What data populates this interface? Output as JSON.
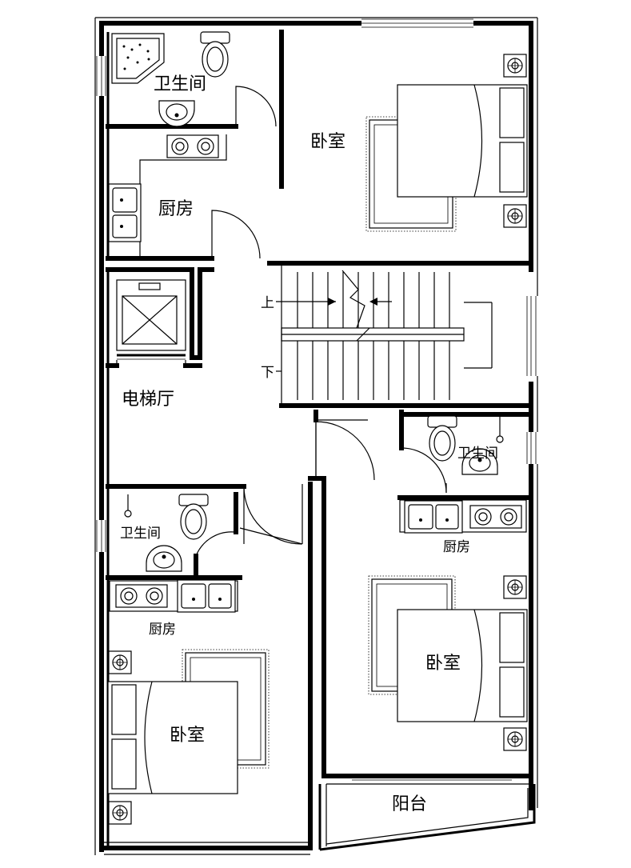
{
  "rooms": {
    "bath_top": "卫生间",
    "kitchen_top": "厨房",
    "bedroom_top": "卧室",
    "elevator_hall": "电梯厅",
    "bath_right": "卫生间",
    "kitchen_right": "厨房",
    "bath_left": "卫生间",
    "kitchen_left": "厨房",
    "bedroom_left": "卧室",
    "bedroom_right": "卧室",
    "balcony": "阳台"
  },
  "stairs": {
    "up": "上",
    "down": "下"
  }
}
